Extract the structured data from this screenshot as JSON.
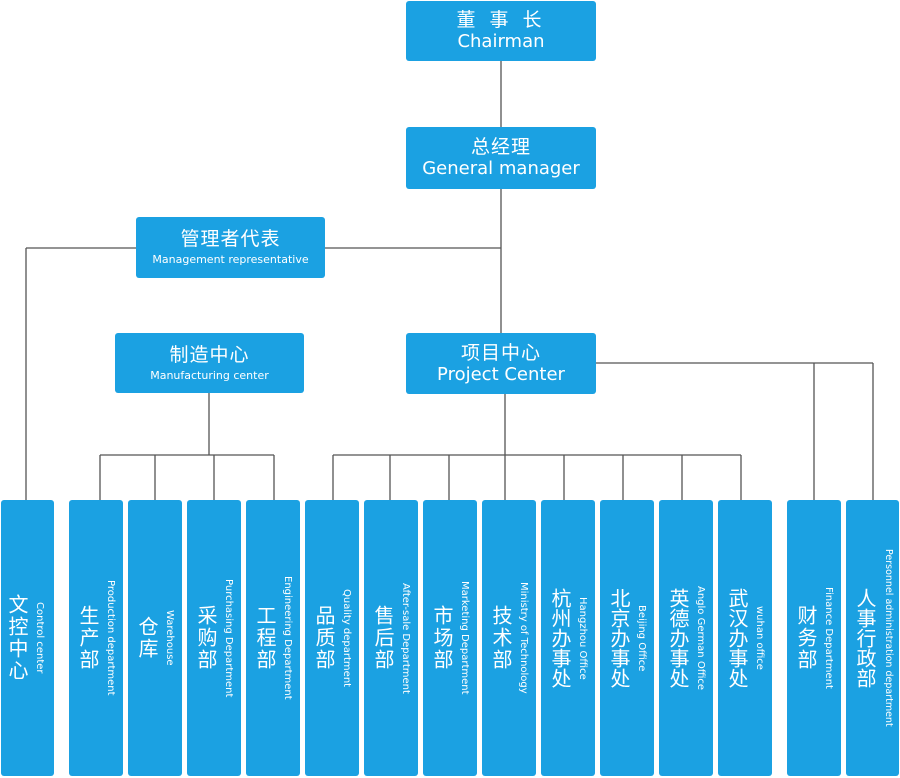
{
  "chart_title": "",
  "nodes": {
    "chairman": {
      "zh": "董 事 长",
      "en": "Chairman"
    },
    "general_manager": {
      "zh": "总经理",
      "en": "General manager"
    },
    "management_rep": {
      "zh": "管理者代表",
      "en": "Management representative"
    },
    "manufacturing": {
      "zh": "制造中心",
      "en": "Manufacturing center"
    },
    "project": {
      "zh": "项目中心",
      "en": "Project Center"
    }
  },
  "departments": [
    {
      "zh": "文控中心",
      "en": "Control center"
    },
    {
      "zh": "生产部",
      "en": "Production department"
    },
    {
      "zh": "仓库",
      "en": "Warehouse"
    },
    {
      "zh": "采购部",
      "en": "Purchasing Department"
    },
    {
      "zh": "工程部",
      "en": "Engineering Department"
    },
    {
      "zh": "品质部",
      "en": "Quality department"
    },
    {
      "zh": "售后部",
      "en": "After-sale Department"
    },
    {
      "zh": "市场部",
      "en": "Marketing Department"
    },
    {
      "zh": "技术部",
      "en": "Ministry of Technology"
    },
    {
      "zh": "杭州办事处",
      "en": "Hangzhou Office"
    },
    {
      "zh": "北京办事处",
      "en": "Beijing Office"
    },
    {
      "zh": "英德办事处",
      "en": "Anglo German Office"
    },
    {
      "zh": "武汉办事处",
      "en": "wuhan office"
    },
    {
      "zh": "财务部",
      "en": "Finance Department"
    },
    {
      "zh": "人事行政部",
      "en": "Personnel administration department"
    }
  ],
  "colors": {
    "box": "#1ba1e2",
    "text": "#ffffff",
    "line": "#555555"
  }
}
